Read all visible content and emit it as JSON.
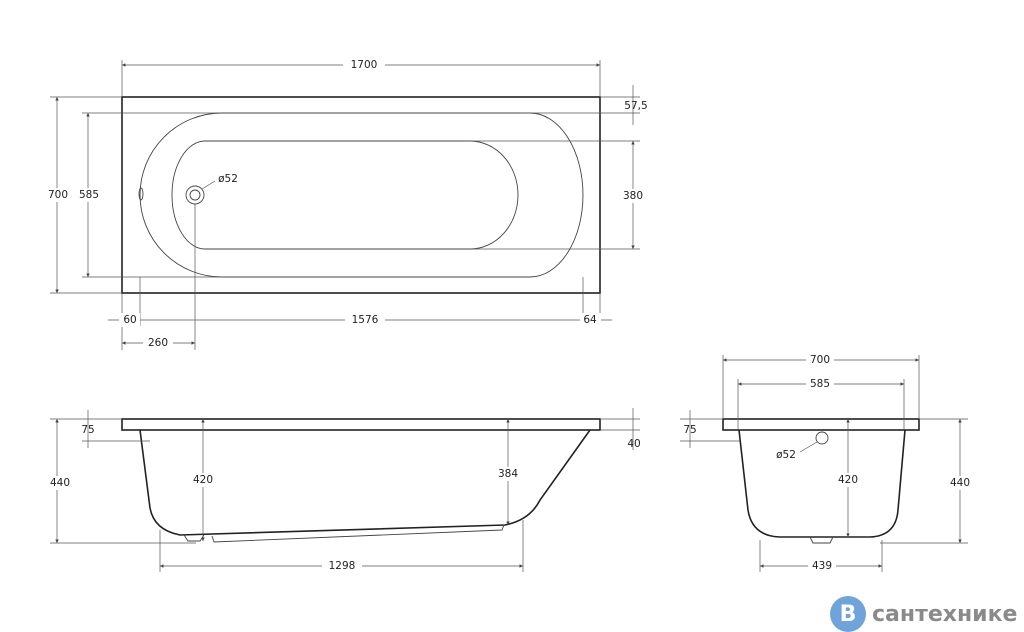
{
  "top_view": {
    "length": "1700",
    "width": "700",
    "inner_width": "585",
    "rim_right": "57,5",
    "floor_width": "380",
    "rim_left": "60",
    "inner_length": "1576",
    "rim_end": "64",
    "drain_offset": "260",
    "drain_diameter": "ø52"
  },
  "side_view": {
    "height": "440",
    "rim_thickness": "75",
    "depth_drain": "420",
    "depth_end": "384",
    "rim_right": "40",
    "bottom_length": "1298"
  },
  "end_view": {
    "width": "700",
    "inner_width": "585",
    "rim_thickness": "75",
    "overflow_diameter": "ø52",
    "depth": "420",
    "height": "440",
    "bottom_width": "439"
  },
  "logo": {
    "letter": "B",
    "text": "сантехнике"
  }
}
